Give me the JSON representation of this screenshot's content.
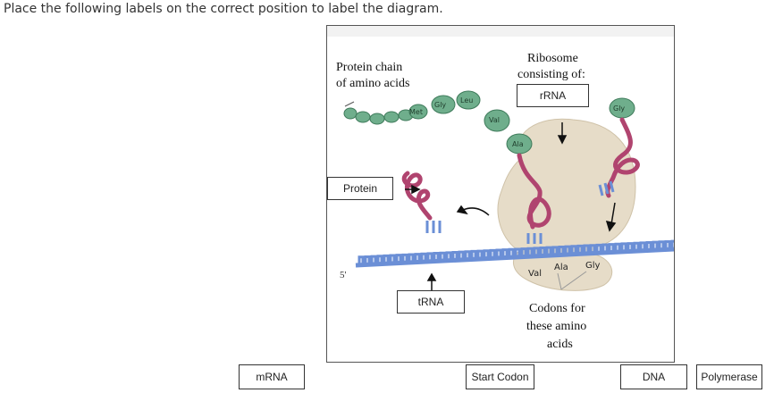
{
  "instruction": "Place the following labels on the correct position to label the diagram.",
  "diagram": {
    "protein_chain_line1": "Protein chain",
    "protein_chain_line2": "of amino acids",
    "ribosome_line1": "Ribosome",
    "ribosome_line2": "consisting of:",
    "codons_line1": "Codons for",
    "codons_line2": "these amino",
    "codons_line3": "acids",
    "five_prime": "5'",
    "amino_acids": {
      "met": "Met",
      "gly": "Gly",
      "leu": "Leu",
      "val": "Val",
      "ala": "Ala",
      "gly2": "Gly"
    },
    "codon_labels": {
      "val": "Val",
      "ala": "Ala",
      "gly": "Gly"
    }
  },
  "placed_labels": {
    "rrna": "rRNA",
    "protein": "Protein",
    "trna": "tRNA"
  },
  "label_bank": [
    "mRNA",
    "Start Codon",
    "DNA",
    "Polymerase"
  ],
  "colors": {
    "amino_acid": "#6fae8c",
    "trna": "#b0446f",
    "ribosome": "#e6dcc8",
    "mrna": "#6b8fd6"
  }
}
